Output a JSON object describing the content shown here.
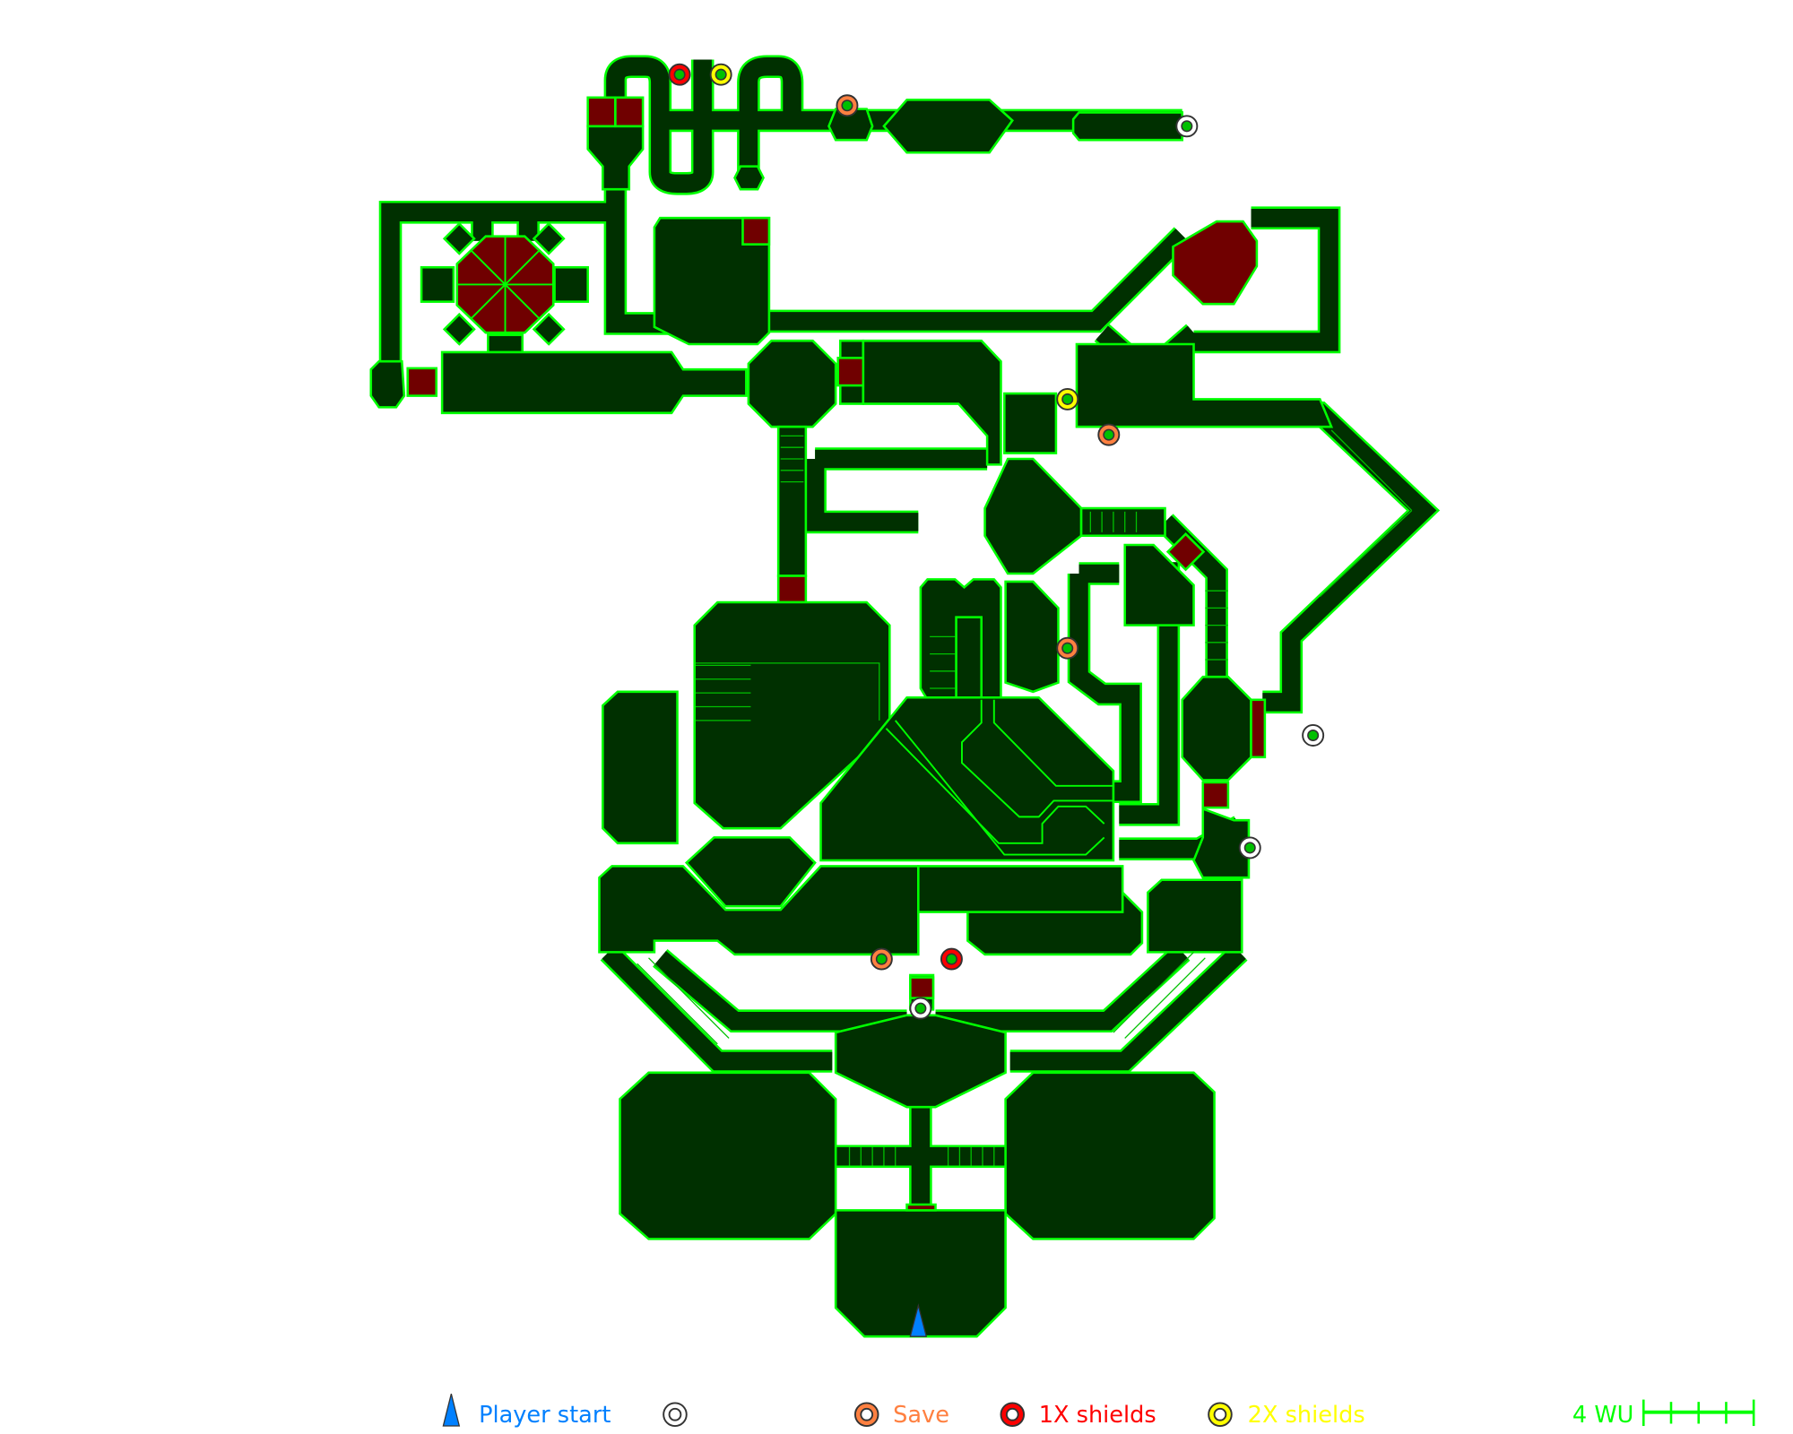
{
  "legend": {
    "player_start": "Player start",
    "save": "Save",
    "shields_1x": "1X shields",
    "shields_2x": "2X shields",
    "scale": "4 WU"
  },
  "colors": {
    "floor": "#003000",
    "wall": "#00ff00",
    "hazard": "#700000",
    "player": "#0080ff",
    "save": "#ff8040",
    "shields_1x": "#ff0000",
    "shields_2x": "#ffff00",
    "teleport": "#ffffff"
  },
  "markers": [
    {
      "type": "shields_1x"
    },
    {
      "type": "shields_2x"
    },
    {
      "type": "save"
    },
    {
      "type": "teleport"
    },
    {
      "type": "shields_2x"
    },
    {
      "type": "save"
    },
    {
      "type": "save"
    },
    {
      "type": "teleport"
    },
    {
      "type": "teleport"
    },
    {
      "type": "save"
    },
    {
      "type": "shields_1x"
    },
    {
      "type": "teleport"
    }
  ]
}
